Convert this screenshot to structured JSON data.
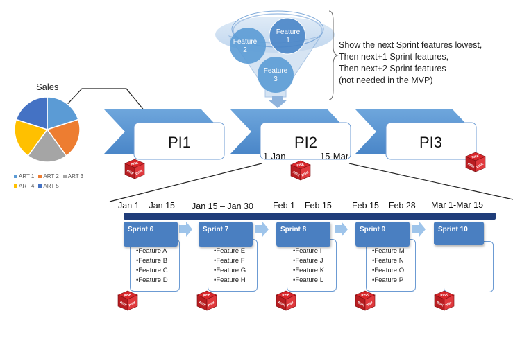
{
  "chart_data": {
    "type": "pie",
    "title": "Sales",
    "categories": [
      "ART 1",
      "ART 2",
      "ART 3",
      "ART 4",
      "ART 5"
    ],
    "values": [
      20,
      20,
      20,
      20,
      20
    ],
    "colors": [
      "#5b9bd5",
      "#ed7d31",
      "#a5a5a5",
      "#ffc000",
      "#4472c4"
    ],
    "legend_position": "bottom"
  },
  "funnel": {
    "features": [
      {
        "line1": "Feature",
        "line2": "1"
      },
      {
        "line1": "Feature",
        "line2": "2"
      },
      {
        "line1": "Feature",
        "line2": "3"
      }
    ]
  },
  "note": {
    "lines": [
      "Show the next Sprint features lowest,",
      "Then next+1 Sprint features,",
      "Then next+2 Sprint features",
      "(not needed in the MVP)"
    ]
  },
  "pis": [
    {
      "label": "PI1"
    },
    {
      "label": "PI2"
    },
    {
      "label": "PI3"
    }
  ],
  "pi2_dates": {
    "start": "1-Jan",
    "end": "15-Mar"
  },
  "risk_label": "RISK",
  "periods": [
    "Jan 1 – Jan 15",
    "Jan 15 – Jan 30",
    "Feb 1 – Feb 15",
    "Feb 15 – Feb 28",
    "Mar 1-Mar 15"
  ],
  "sprints": [
    {
      "name": "Sprint 6",
      "features": [
        "Feature A",
        "Feature B",
        "Feature C",
        "Feature D"
      ]
    },
    {
      "name": "Sprint 7",
      "features": [
        "Feature E",
        "Feature F",
        "Feature G",
        "Feature H"
      ]
    },
    {
      "name": "Sprint 8",
      "features": [
        "Feature I",
        "Feature J",
        "Feature K",
        "Feature L"
      ]
    },
    {
      "name": "Sprint 9",
      "features": [
        "Feature M",
        "Feature N",
        "Feature O",
        "Feature P"
      ]
    },
    {
      "name": "Sprint 10",
      "features": []
    }
  ],
  "colors": {
    "accent": "#4a7fc1",
    "chevron": "#5b9bd5",
    "timeline_bar": "#1f3d7a",
    "risk": "#d9262a"
  }
}
